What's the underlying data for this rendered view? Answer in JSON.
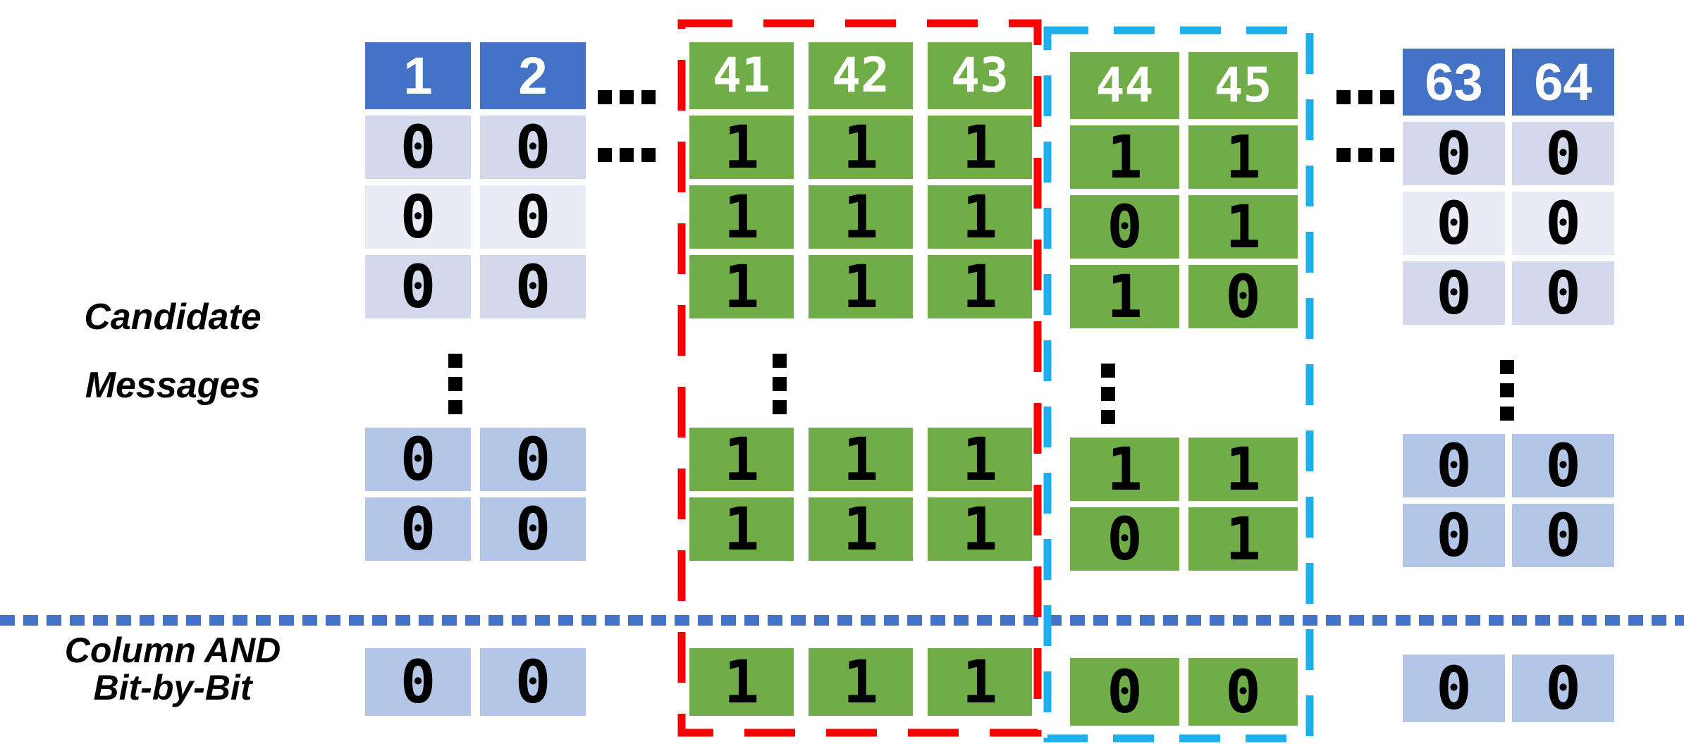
{
  "labels": {
    "candidate_line1": "Candidate",
    "candidate_line2": "Messages",
    "and_line1": "Column AND",
    "and_line2": "Bit-by-Bit"
  },
  "colors": {
    "header_blue": "#4472C4",
    "green": "#70AD47",
    "band_dark": "#D3D9EC",
    "band_light": "#E9ECF6",
    "steel_blue": "#B4C6E7",
    "red_box": "#FB0000",
    "cyan_box": "#1EB0EC",
    "divider_blue": "#4472C4",
    "header_text": "#FFFFFF",
    "body_text": "#000000"
  },
  "icons": {
    "horizontal_ellipsis": "...",
    "vertical_ellipsis": "⋮"
  },
  "groups": [
    {
      "name": "cols-1-2",
      "style": "blue",
      "headers": [
        "1",
        "2"
      ],
      "upper_rows": [
        [
          "0",
          "0"
        ],
        [
          "0",
          "0"
        ],
        [
          "0",
          "0"
        ]
      ],
      "lower_rows": [
        [
          "0",
          "0"
        ],
        [
          "0",
          "0"
        ]
      ],
      "and_row": [
        "0",
        "0"
      ]
    },
    {
      "name": "cols-41-43",
      "style": "green",
      "box": "red",
      "headers": [
        "41",
        "42",
        "43"
      ],
      "upper_rows": [
        [
          "1",
          "1",
          "1"
        ],
        [
          "1",
          "1",
          "1"
        ],
        [
          "1",
          "1",
          "1"
        ]
      ],
      "lower_rows": [
        [
          "1",
          "1",
          "1"
        ],
        [
          "1",
          "1",
          "1"
        ]
      ],
      "and_row": [
        "1",
        "1",
        "1"
      ]
    },
    {
      "name": "cols-44-45",
      "style": "green",
      "box": "cyan",
      "headers": [
        "44",
        "45"
      ],
      "upper_rows": [
        [
          "1",
          "1"
        ],
        [
          "0",
          "1"
        ],
        [
          "1",
          "0"
        ]
      ],
      "lower_rows": [
        [
          "1",
          "1"
        ],
        [
          "0",
          "1"
        ]
      ],
      "and_row": [
        "0",
        "0"
      ]
    },
    {
      "name": "cols-63-64",
      "style": "blue",
      "headers": [
        "63",
        "64"
      ],
      "upper_rows": [
        [
          "0",
          "0"
        ],
        [
          "0",
          "0"
        ],
        [
          "0",
          "0"
        ]
      ],
      "lower_rows": [
        [
          "0",
          "0"
        ],
        [
          "0",
          "0"
        ]
      ],
      "and_row": [
        "0",
        "0"
      ]
    }
  ]
}
